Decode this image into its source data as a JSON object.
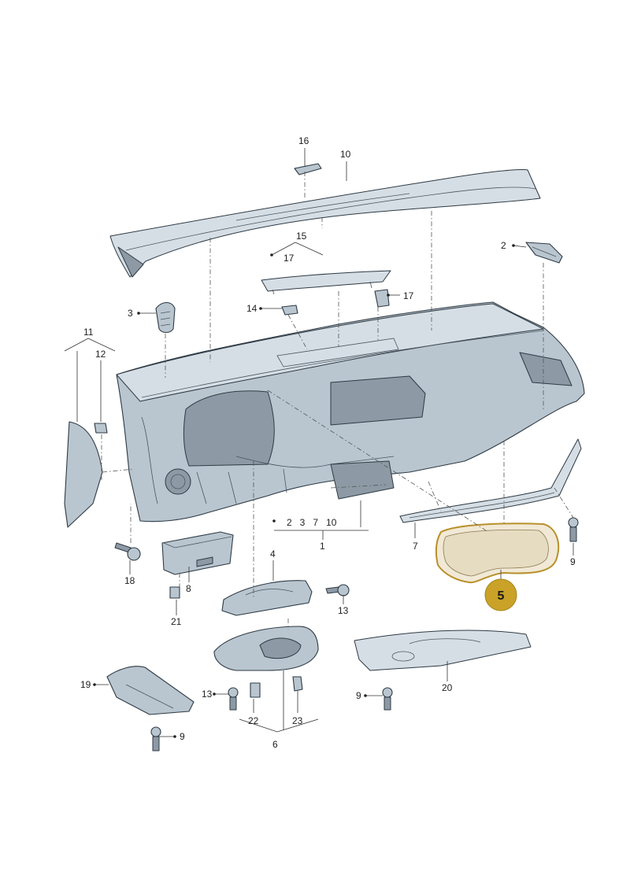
{
  "labels": {
    "l16": "16",
    "l10_top": "10",
    "l15": "15",
    "l17_a": "17",
    "l17_b": "17",
    "l2": "2",
    "l3": "3",
    "l14": "14",
    "l11": "11",
    "l12": "12",
    "l1_list": "2   3   7   10",
    "l1": "1",
    "l7": "7",
    "l9_a": "9",
    "l18": "18",
    "l8": "8",
    "l4": "4",
    "l13_a": "13",
    "l21": "21",
    "l20": "20",
    "l19": "19",
    "l13_b": "13",
    "l22": "22",
    "l23": "23",
    "l9_b": "9",
    "l9_c": "9",
    "l6": "6"
  },
  "callout": {
    "label": "5",
    "color": "#c9a227",
    "outline_color": "#b8902a"
  },
  "colors": {
    "part_fill": "#b9c6d0",
    "outline": "#2e3a44"
  }
}
